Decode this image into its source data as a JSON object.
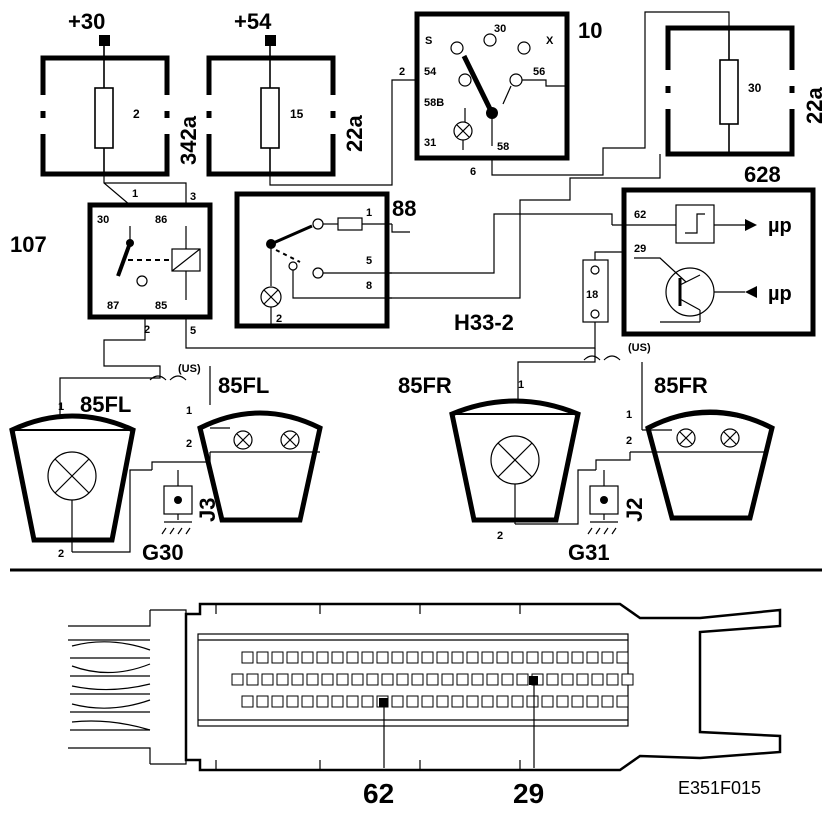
{
  "supply": {
    "terminal_30": "+30",
    "terminal_54": "+54"
  },
  "fuse_342a": {
    "fuse_number": "2",
    "box_label": "342a"
  },
  "fuse_22a_left": {
    "fuse_number": "15",
    "box_label": "22a"
  },
  "fuse_22a_right": {
    "fuse_number": "30",
    "box_label": "22a"
  },
  "relay_107": {
    "ref": "107",
    "pins": {
      "p30": "30",
      "p86": "86",
      "p87": "87",
      "p85": "85"
    },
    "wire_labels": {
      "w1": "1",
      "w3": "3",
      "w2": "2",
      "w5": "5"
    }
  },
  "switch_10": {
    "ref": "10",
    "pins": {
      "s": "S",
      "p30": "30",
      "x": "X",
      "p54": "54",
      "p56": "56",
      "p58b": "58B",
      "p31": "31",
      "p58": "58"
    },
    "wire_labels": {
      "w2": "2",
      "w6": "6"
    }
  },
  "switch_88": {
    "ref": "88",
    "pins": {
      "p1": "1",
      "p5": "5",
      "p8": "8",
      "p2": "2"
    }
  },
  "module_628": {
    "ref": "628",
    "pin_62": "62",
    "pin_29": "29",
    "out_a": "µp",
    "out_b": "µp"
  },
  "connector_h33_2": {
    "ref": "H33-2",
    "number": "18"
  },
  "lamps": {
    "left_a": {
      "label": "85FL",
      "pin_top": "1",
      "pin_bottom": "2"
    },
    "left_b": {
      "label": "85FL",
      "pin_top": "1",
      "pin_bottom": "2"
    },
    "right_a": {
      "label": "85FR",
      "pin_top": "1",
      "pin_bottom": "2"
    },
    "right_b": {
      "label": "85FR",
      "pin_top": "1",
      "pin_bottom": "2"
    },
    "us_left": "(US)",
    "us_right": "(US)"
  },
  "grounds": {
    "g30": "G30",
    "g31": "G31",
    "j3": "J3",
    "j2": "J2"
  },
  "connector_view": {
    "pin_62": "62",
    "pin_29": "29"
  },
  "figure_id": "E351F015"
}
